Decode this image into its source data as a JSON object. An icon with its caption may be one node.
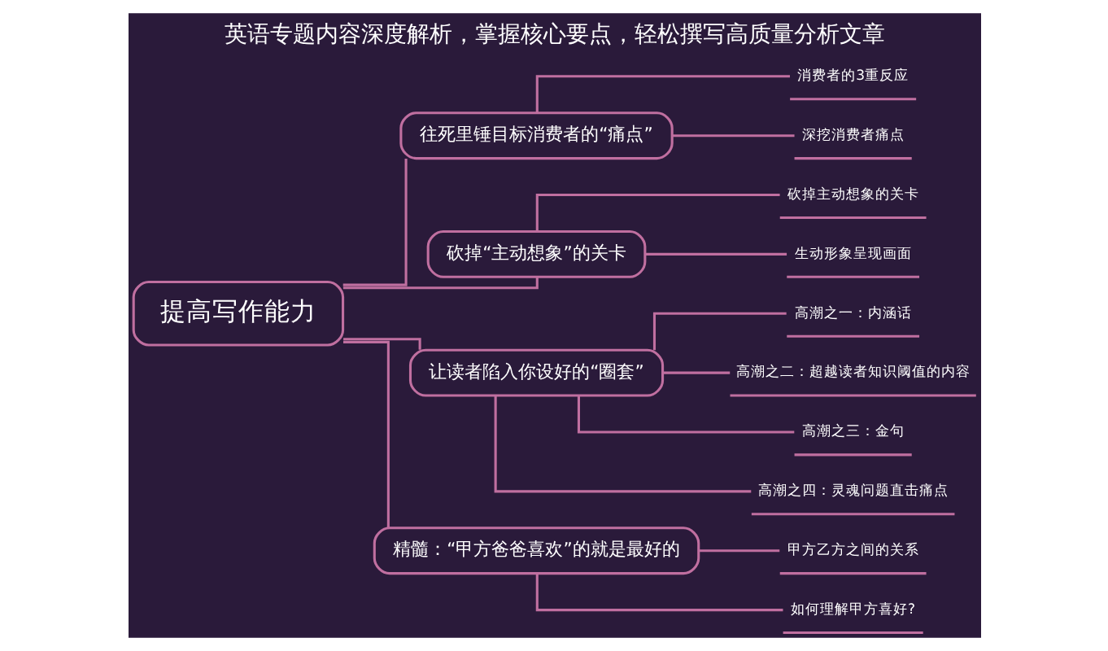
{
  "diagram": {
    "title": "英语专题内容深度解析，掌握核心要点，轻松撰写高质量分析文章",
    "nodes": [
      {
        "text": [
          "提高写作能力"
        ]
      },
      {
        "text": [
          "往死里锤目标消费者的“痛点”"
        ]
      },
      {
        "text": [
          "消费者的3重反应"
        ]
      },
      {
        "text": [
          "深挖消费者痛点"
        ]
      },
      {
        "text": [
          "砍掉“主动想象”的关卡"
        ]
      },
      {
        "text": [
          "砍掉主动想象的关卡"
        ]
      },
      {
        "text": [
          "生动形象呈现画面"
        ]
      },
      {
        "text": [
          "让读者陷入你设好的“圈套”"
        ]
      },
      {
        "text": [
          "高潮之一：内涵话"
        ]
      },
      {
        "text": [
          "高潮之二：超越读者知识阈值的内容"
        ]
      },
      {
        "text": [
          "高潮之三：金句"
        ]
      },
      {
        "text": [
          "高潮之四：灵魂问题直击痛点"
        ]
      },
      {
        "text": [
          "精髓：“甲方爸爸喜欢”的就是最好的"
        ]
      },
      {
        "text": [
          "甲方乙方之间的关系"
        ]
      },
      {
        "text": [
          "如何理解甲方喜好?"
        ]
      }
    ],
    "edges": [
      {
        "from": 0,
        "to": 1,
        "arrow": "none"
      },
      {
        "from": 1,
        "to": 2,
        "arrow": "none"
      },
      {
        "from": 1,
        "to": 3,
        "arrow": "none"
      },
      {
        "from": 0,
        "to": 4,
        "arrow": "none"
      },
      {
        "from": 4,
        "to": 5,
        "arrow": "none"
      },
      {
        "from": 4,
        "to": 6,
        "arrow": "none"
      },
      {
        "from": 0,
        "to": 7,
        "arrow": "none"
      },
      {
        "from": 7,
        "to": 8,
        "arrow": "none"
      },
      {
        "from": 7,
        "to": 9,
        "arrow": "none"
      },
      {
        "from": 7,
        "to": 10,
        "arrow": "none"
      },
      {
        "from": 7,
        "to": 11,
        "arrow": "none"
      },
      {
        "from": 0,
        "to": 12,
        "arrow": "none"
      },
      {
        "from": 12,
        "to": 13,
        "arrow": "none"
      },
      {
        "from": 12,
        "to": 14,
        "arrow": "none"
      }
    ]
  }
}
